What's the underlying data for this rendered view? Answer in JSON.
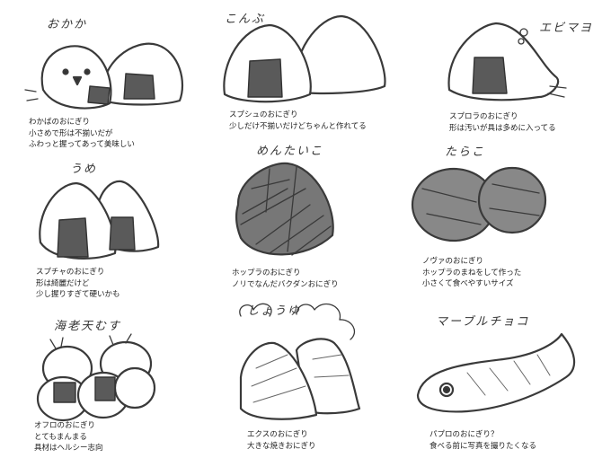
{
  "items": [
    {
      "title": "おかか",
      "lines": [
        "わかばのおにぎり",
        "小さめで形は不揃いだが",
        "ふわっと握ってあって美味しい"
      ]
    },
    {
      "title": "こんぶ",
      "lines": [
        "スプシュのおにぎり",
        "少しだけ不揃いだけどちゃんと作れてる"
      ]
    },
    {
      "title": "エビマヨ",
      "lines": [
        "スプロラのおにぎり",
        "形は汚いが具は多めに入ってる"
      ]
    },
    {
      "title": "うめ",
      "lines": [
        "スプチャのおにぎり",
        "形は綺麗だけど",
        "少し握りすぎて硬いかも"
      ]
    },
    {
      "title": "めんたいこ",
      "lines": [
        "ホップラのおにぎり",
        "ノリでなんだバクダンおにぎり"
      ]
    },
    {
      "title": "たらこ",
      "lines": [
        "ノヴァのおにぎり",
        "ホップラのまねをして作った",
        "小さくて食べやすいサイズ"
      ]
    },
    {
      "title": "海老天むす",
      "lines": [
        "オフロのおにぎり",
        "とてもまんまる",
        "具材はヘルシー志向"
      ]
    },
    {
      "title": "しょうゆ",
      "lines": [
        "エクスのおにぎり",
        "大きな焼きおにぎり"
      ]
    },
    {
      "title": "マーブルチョコ",
      "lines": [
        "パプロのおにぎり？",
        "食べる前に写真を撮りたくなる"
      ]
    }
  ]
}
